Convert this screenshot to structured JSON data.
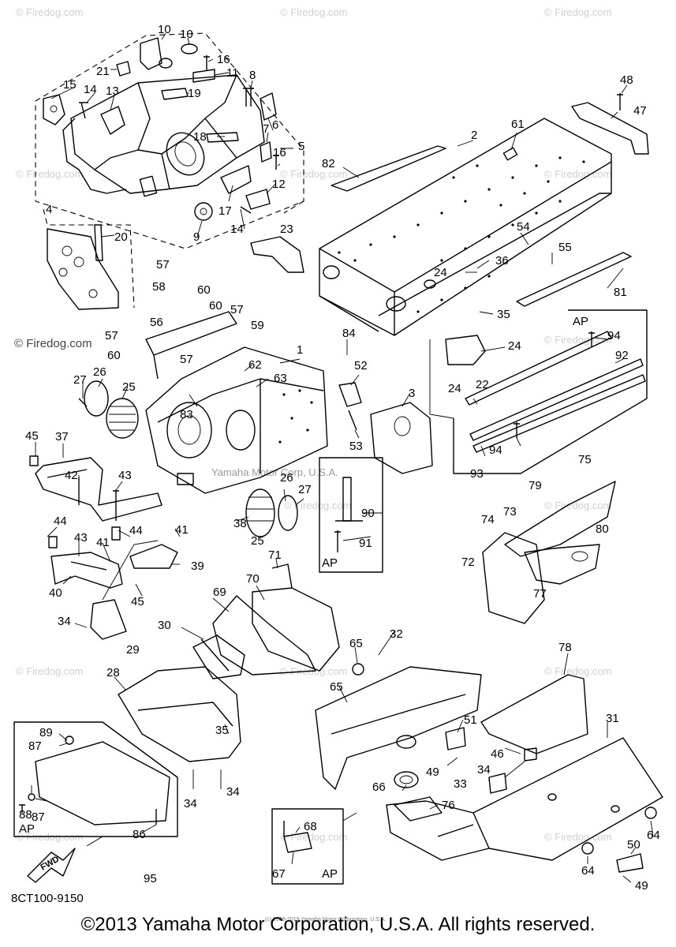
{
  "watermark": "© Firedog.com",
  "fwd_label": "FWD",
  "diagram_code": "8CT100-9150",
  "fine_print": "(c) 2009-2019 Yamaha Motor Corporation, U.S.A.",
  "fine_print_2": "Yamaha Motor Corp, U.S.A.",
  "copyright": "©2013 Yamaha Motor Corporation, U.S.A. All rights reserved.",
  "ap_label": "AP",
  "callouts": {
    "c1": "1",
    "c2": "2",
    "c3": "3",
    "c4": "4",
    "c5": "5",
    "c6": "6",
    "c7": "7",
    "c8": "8",
    "c9": "9",
    "c10a": "10",
    "c10b": "10",
    "c11": "11",
    "c12": "12",
    "c13": "13",
    "c14a": "14",
    "c14b": "14",
    "c15": "15",
    "c16a": "16",
    "c16b": "16",
    "c17": "17",
    "c18": "18",
    "c19": "19",
    "c20": "20",
    "c21": "21",
    "c22": "22",
    "c23": "23",
    "c24a": "24",
    "c24b": "24",
    "c24c": "24",
    "c25a": "25",
    "c25b": "25",
    "c26a": "26",
    "c26b": "26",
    "c27a": "27",
    "c27b": "27",
    "c28": "28",
    "c29": "29",
    "c30": "30",
    "c31": "31",
    "c32": "32",
    "c33": "33",
    "c34a": "34",
    "c34b": "34",
    "c34c": "34",
    "c34d": "34",
    "c35a": "35",
    "c35b": "35",
    "c36": "36",
    "c37": "37",
    "c38": "38",
    "c39": "39",
    "c40": "40",
    "c41a": "41",
    "c41b": "41",
    "c42": "42",
    "c43a": "43",
    "c43b": "43",
    "c44a": "44",
    "c44b": "44",
    "c45a": "45",
    "c45b": "45",
    "c46": "46",
    "c47": "47",
    "c48": "48",
    "c49a": "49",
    "c49b": "49",
    "c50": "50",
    "c51": "51",
    "c52": "52",
    "c53": "53",
    "c54": "54",
    "c55": "55",
    "c56": "56",
    "c57a": "57",
    "c57b": "57",
    "c57c": "57",
    "c57d": "57",
    "c58": "58",
    "c59": "59",
    "c60a": "60",
    "c60b": "60",
    "c60c": "60",
    "c61": "61",
    "c62": "62",
    "c63": "63",
    "c64a": "64",
    "c64b": "64",
    "c65a": "65",
    "c65b": "65",
    "c66": "66",
    "c67": "67",
    "c68": "68",
    "c69": "69",
    "c70": "70",
    "c71": "71",
    "c72": "72",
    "c73": "73",
    "c74": "74",
    "c75": "75",
    "c76": "76",
    "c77": "77",
    "c78": "78",
    "c79": "79",
    "c80": "80",
    "c81": "81",
    "c82": "82",
    "c83": "83",
    "c84": "84",
    "c86": "86",
    "c87a": "87",
    "c87b": "87",
    "c88": "88",
    "c89": "89",
    "c90": "90",
    "c91": "91",
    "c92": "92",
    "c93": "93",
    "c94a": "94",
    "c94b": "94",
    "c95": "95"
  }
}
